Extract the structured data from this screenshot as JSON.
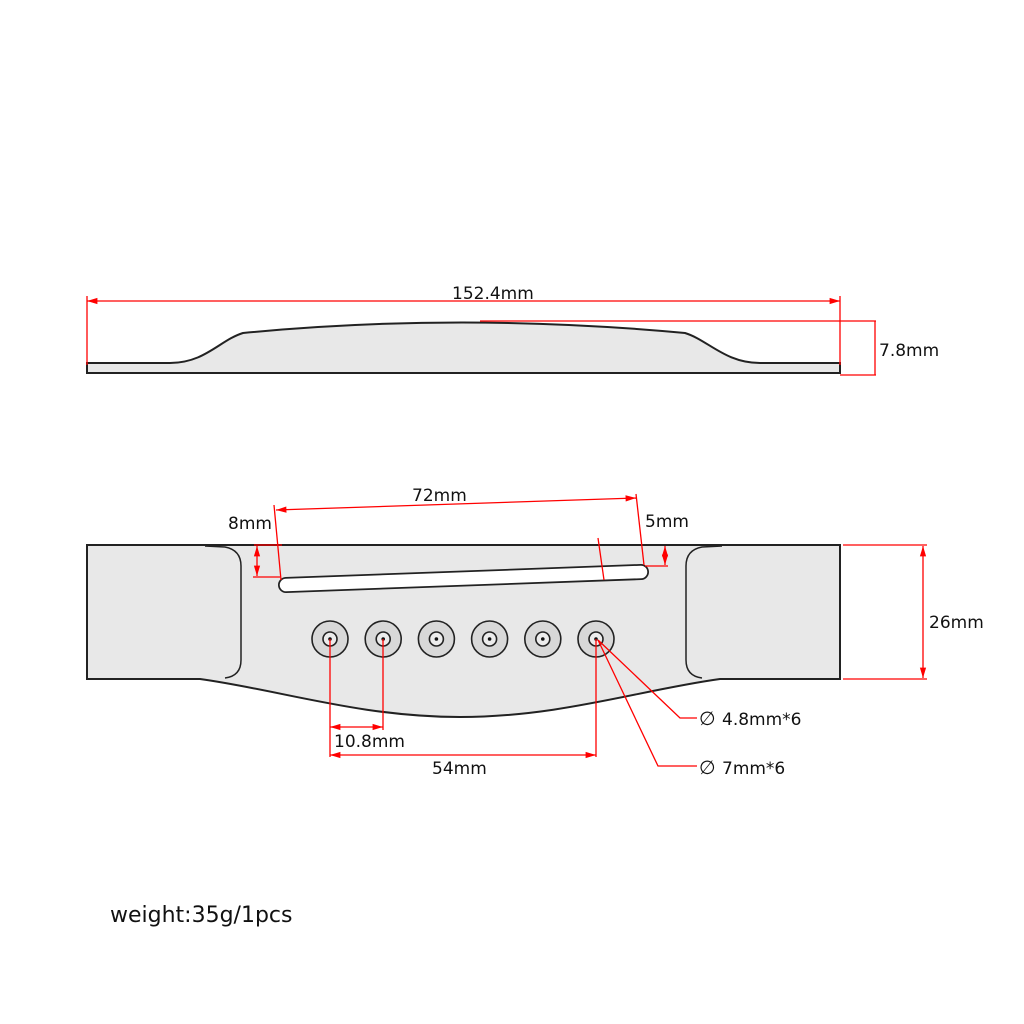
{
  "side_view": {
    "length_label": "152.4mm",
    "height_label": "7.8mm"
  },
  "top_view": {
    "saddle_slot_length_label": "72mm",
    "slot_offset_left_label": "8mm",
    "slot_offset_right_label": "5mm",
    "width_label": "26mm",
    "pin_spacing_label": "10.8mm",
    "pin_span_label": "54mm",
    "inner_hole_label": "4.8mm*6",
    "outer_hole_label": "7mm*6",
    "diameter_symbol": "∅",
    "pin_count": 6
  },
  "weight_label": "weight:35g/1pcs",
  "colors": {
    "dimension": "#ff0000",
    "part_fill": "#e8e8e8",
    "outline": "#222222"
  }
}
